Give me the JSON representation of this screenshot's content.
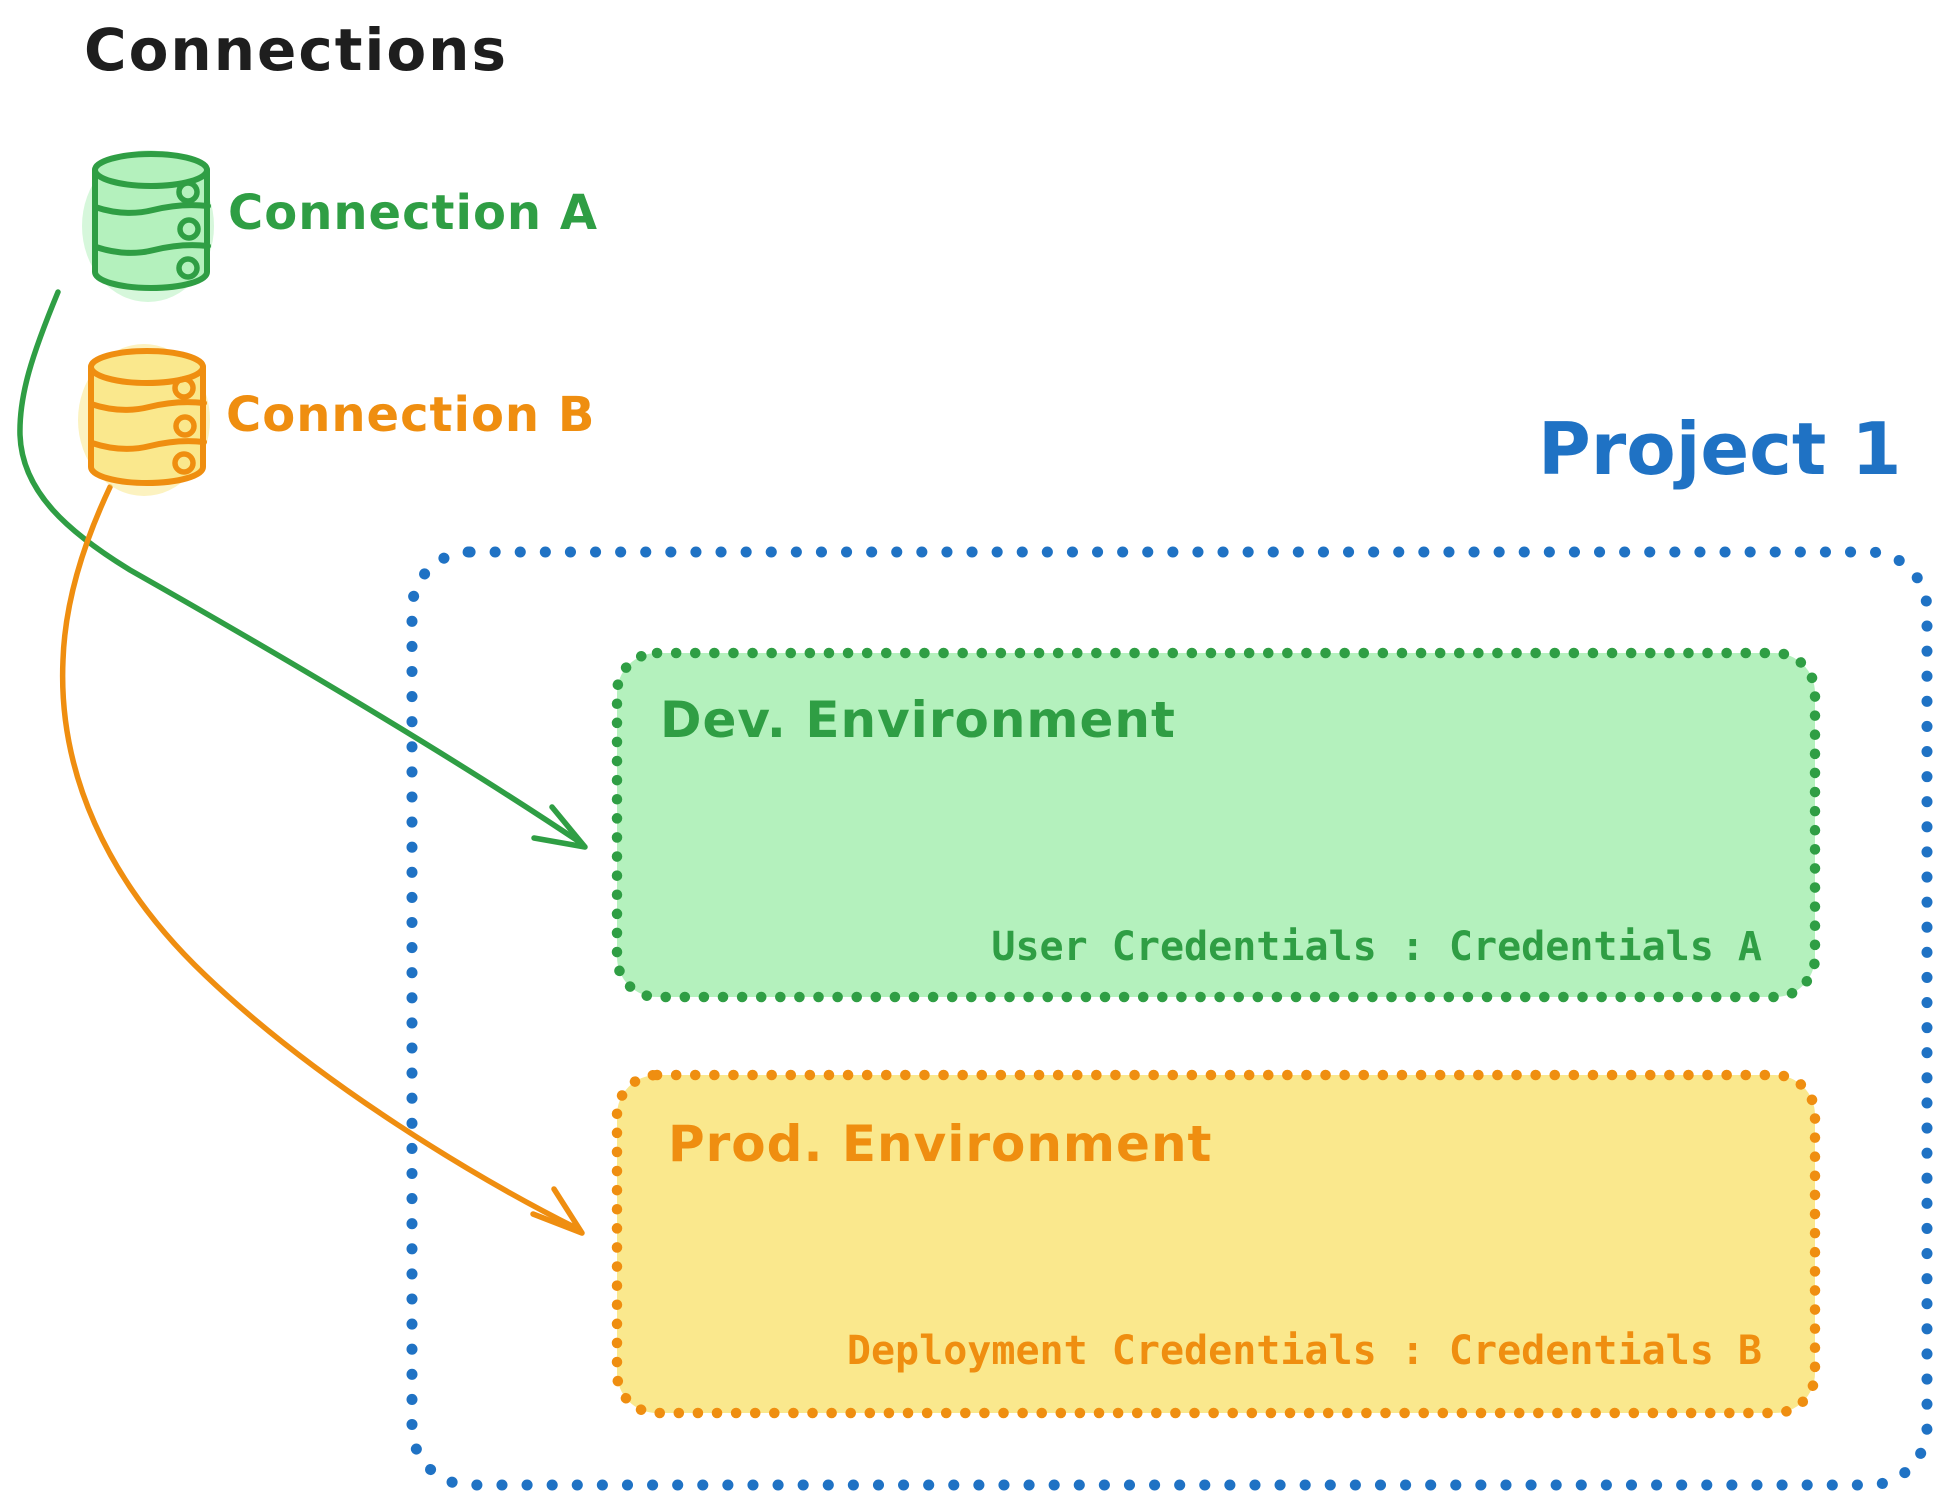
{
  "title": "Connections",
  "connections": [
    {
      "id": "connection-a",
      "label": "Connection A",
      "icon": "database-icon",
      "color": "#2f9e44"
    },
    {
      "id": "connection-b",
      "label": "Connection B",
      "icon": "database-icon",
      "color": "#ef8e10"
    }
  ],
  "project": {
    "label": "Project 1",
    "environments": [
      {
        "name": "Dev. Environment",
        "credentials": "User Credentials : Credentials A"
      },
      {
        "name": "Prod. Environment",
        "credentials": "Deployment Credentials : Credentials B"
      }
    ]
  },
  "colors": {
    "ink": "#1e1e1e",
    "blue": "#1f72c4",
    "green": "#2f9e44",
    "greenFill": "#b4f1bd",
    "orange": "#ef8e10",
    "orangeFill": "#fae88d"
  }
}
